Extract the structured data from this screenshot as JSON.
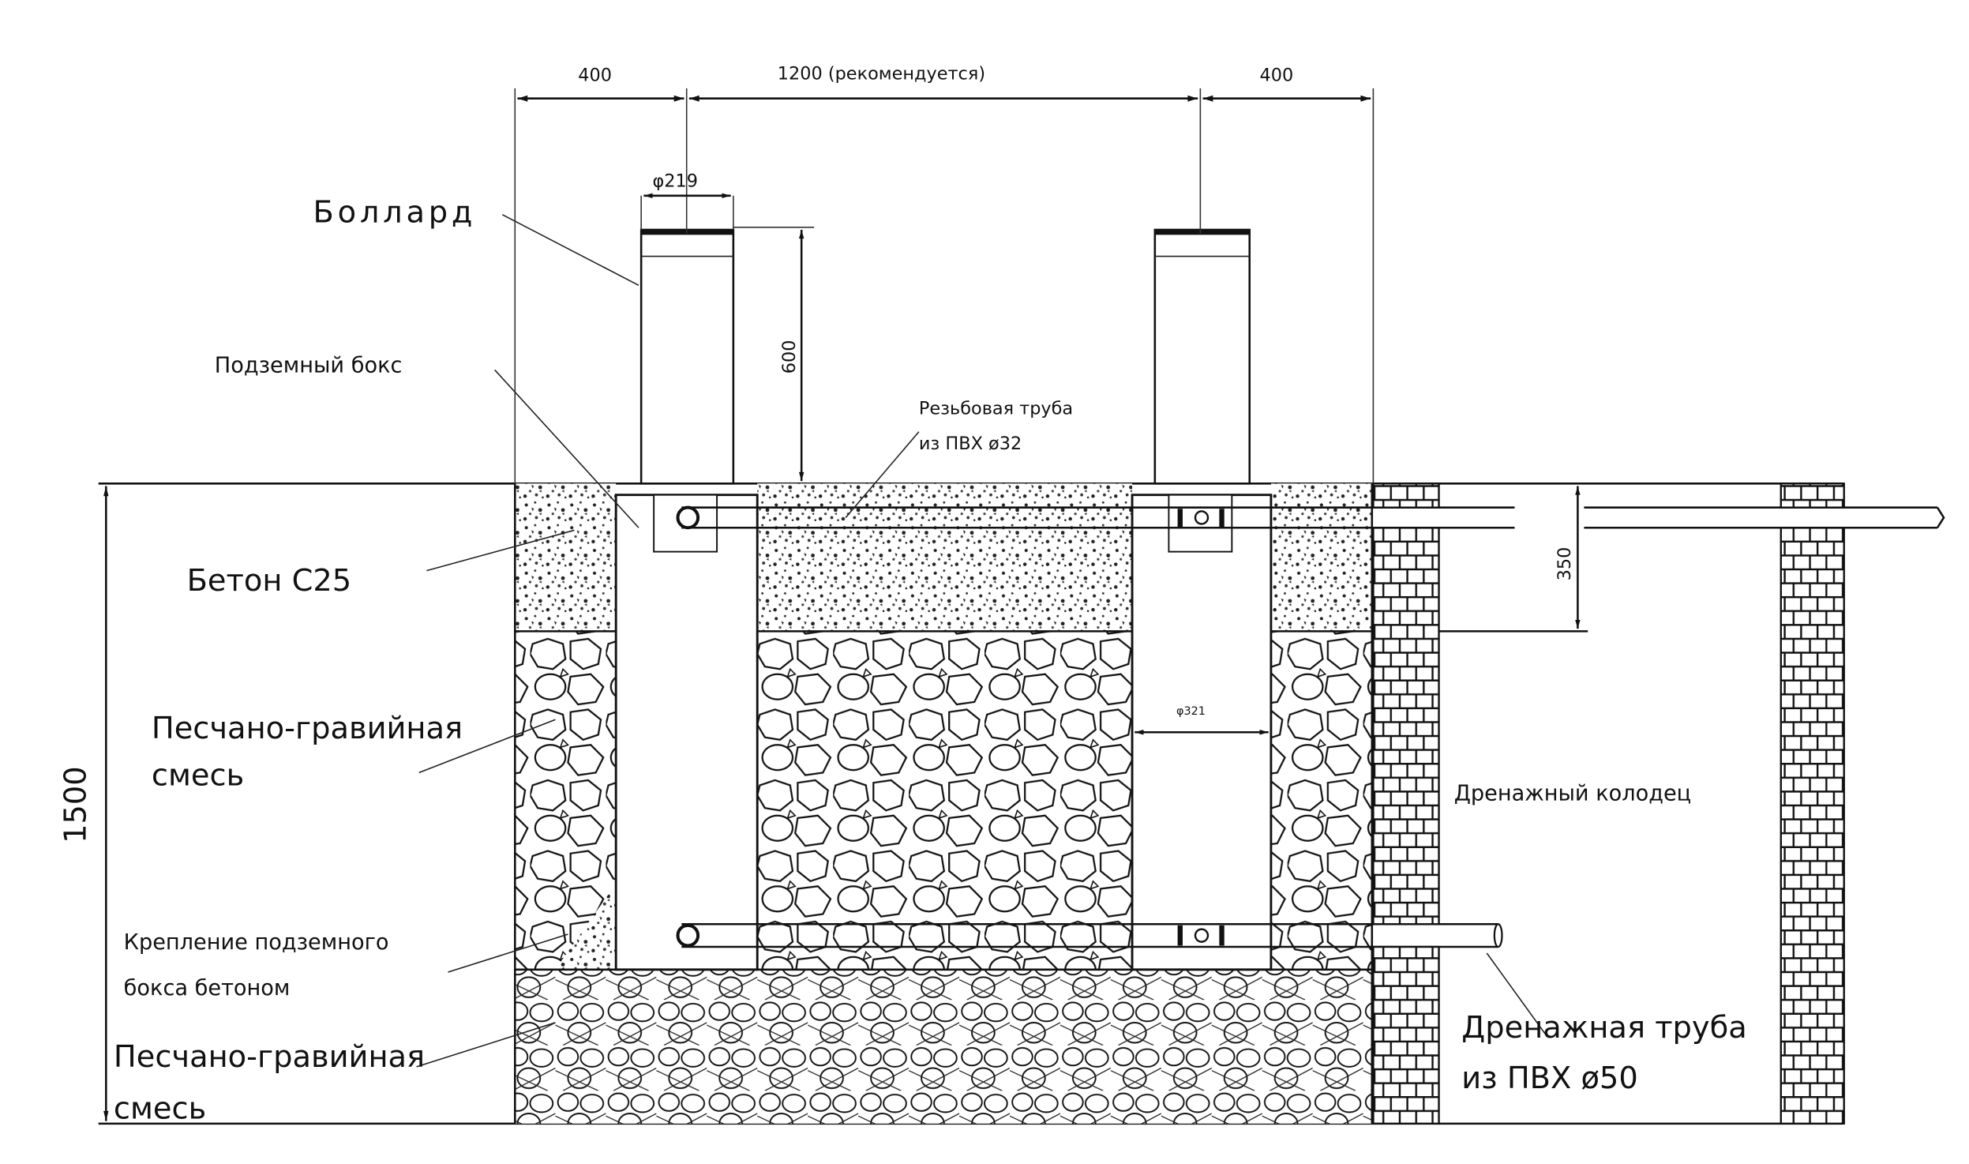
{
  "dimensions": {
    "left_offset": "400",
    "spacing": "1200 (рекомендуется)",
    "right_offset": "400",
    "bollard_diameter": "φ219",
    "bollard_height": "600",
    "pipe_depth": "350",
    "box_diameter": "φ321",
    "total_depth": "1500"
  },
  "labels": {
    "bollard": "Боллард",
    "underground_box": "Подземный бокс",
    "concrete": "Бетон С25",
    "gravel_1_line1": "Песчано-гравийная",
    "gravel_1_line2": "смесь",
    "box_fixing_line1": "Крепление подземного",
    "box_fixing_line2": "бокса бетоном",
    "gravel_2_line1": "Песчано-гравийная",
    "gravel_2_line2": "смесь",
    "threaded_pipe_line1": "Резьбовая труба",
    "threaded_pipe_line2": "из ПВХ ø32",
    "drain_well": "Дренажный колодец",
    "drain_pipe_line1": "Дренажная труба",
    "drain_pipe_line2": "из ПВХ ø50"
  }
}
